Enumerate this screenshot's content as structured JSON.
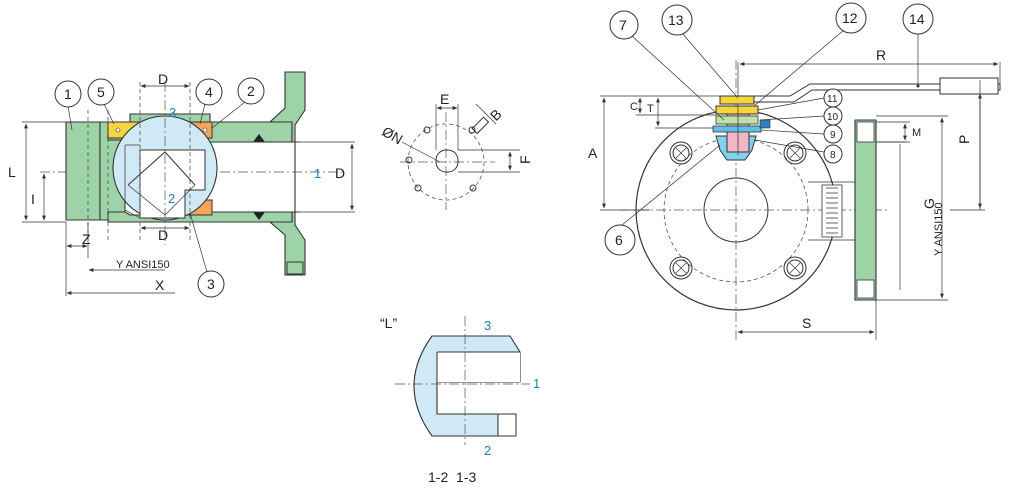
{
  "colors": {
    "body": "#9ed3a8",
    "ball": "#cfe9f7",
    "seat": "#f3a55a",
    "packing": "#f5d53c",
    "stem": "#f2b6c6",
    "port_label": "#1d7fc0"
  },
  "section_view": {
    "dimensions": {
      "L": "L",
      "I": "I",
      "Z": "Z",
      "X": "X",
      "D_top": "D",
      "D_bottom": "D",
      "D_right": "D",
      "y_ansi": "Y ANSI150"
    },
    "ports": {
      "p1": "1",
      "p2": "2",
      "p3": "3"
    },
    "callouts": {
      "c1": "1",
      "c5": "5",
      "c4": "4",
      "c2": "2",
      "c3": "3"
    }
  },
  "flange_detail": {
    "dimensions": {
      "E": "E",
      "B": "B",
      "F": "F",
      "ON": "ØN"
    }
  },
  "port_diagram": {
    "title": "“L”",
    "ports": {
      "p3": "3",
      "p1": "1",
      "p2": "2"
    },
    "caption": "1-2  1-3"
  },
  "side_view": {
    "dimensions": {
      "R": "R",
      "C": "C",
      "T": "T",
      "A": "A",
      "M": "M",
      "P": "P",
      "G": "G",
      "S": "S",
      "y_ansi": "Y ANSI150"
    },
    "callouts": {
      "c7": "7",
      "c13": "13",
      "c12": "12",
      "c14": "14",
      "c11": "11",
      "c10": "10",
      "c9": "9",
      "c8": "8",
      "c6": "6"
    }
  }
}
